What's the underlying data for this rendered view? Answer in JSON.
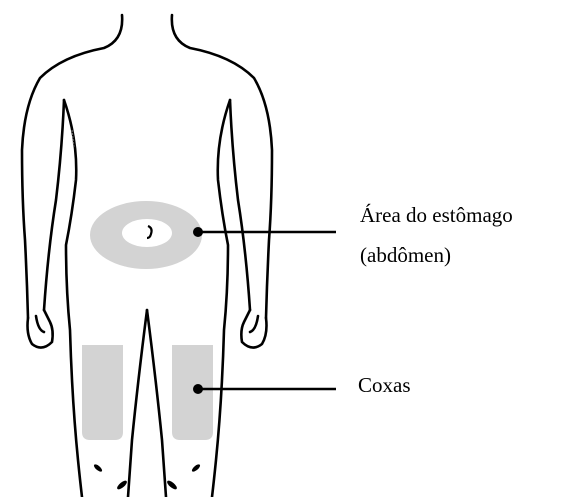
{
  "labels": {
    "stomach_line1": "Área do estômago",
    "stomach_line2": "(abdômen)",
    "thighs": "Coxas"
  },
  "colors": {
    "outline": "#000000",
    "injection_zone": "#d3d3d3",
    "background": "#ffffff"
  }
}
